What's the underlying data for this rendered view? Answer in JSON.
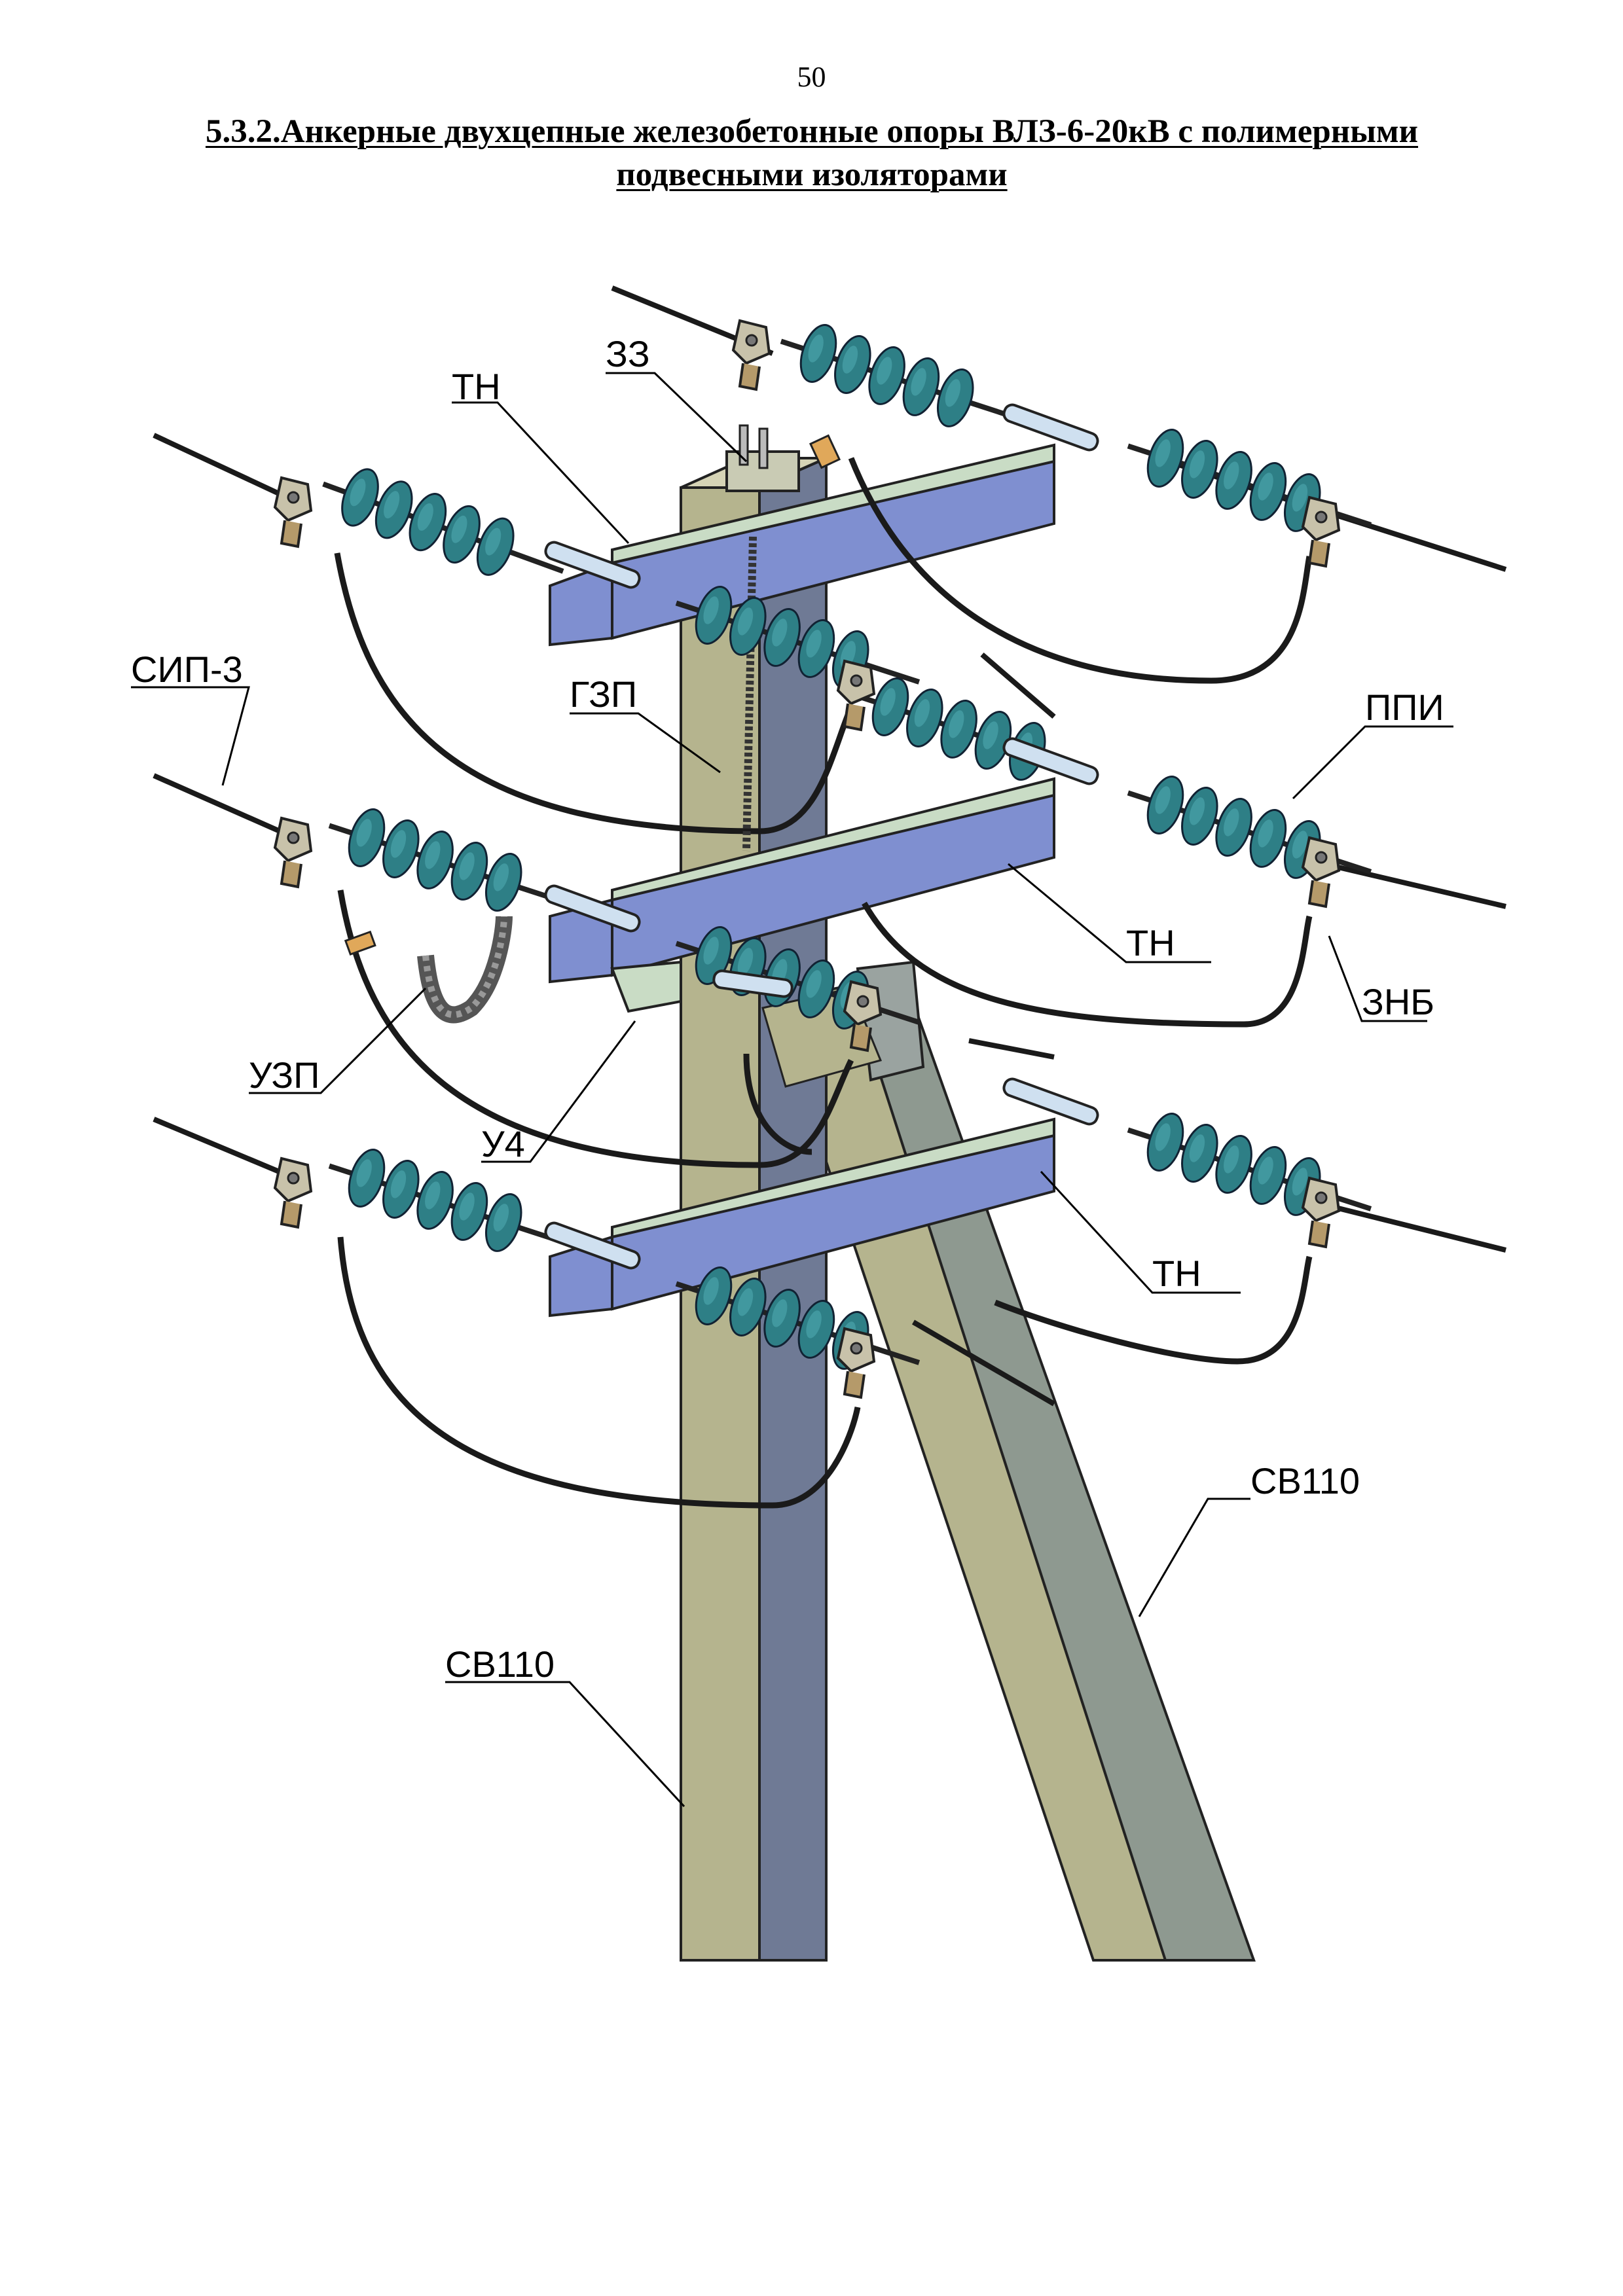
{
  "page_number": "50",
  "title": {
    "line1": "5.3.2.Анкерные двухцепные железобетонные опоры ВЛЗ-6-20кВ с полимерными",
    "line2": "подвесными изоляторами"
  },
  "labels": {
    "tn_top": "ТН",
    "zz": "ЗЗ",
    "sip3": "СИП-3",
    "gzp": "ГЗП",
    "ppi": "ППИ",
    "tn_mid": "ТН",
    "znb": "ЗНБ",
    "uzp": "УЗП",
    "u4": "У4",
    "tn_low": "ТН",
    "sv110_right": "СВ110",
    "sv110_left": "СВ110"
  },
  "colors": {
    "pole_front": "#b5b48e",
    "pole_side": "#6f7a95",
    "brace_side": "#8e9990",
    "crossarm_top": "#c9dcc5",
    "crossarm_front": "#7f8fd0",
    "insulator": "#2e7f86",
    "insulator_dark": "#1e5a60",
    "clamp": "#c8c2aa",
    "wire": "#1a1a1a"
  }
}
